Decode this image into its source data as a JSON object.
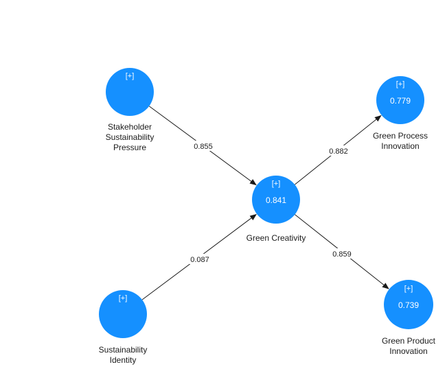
{
  "colors": {
    "node_fill": "#1590FF",
    "node_text": "#FFFFFF",
    "edge": "#1A1A1A",
    "label_text": "#1A1A1A",
    "background": "#FFFFFF"
  },
  "model": {
    "nodes": [
      {
        "id": "ssp",
        "expand_label": "[+]",
        "value": "",
        "label_lines": [
          "Stakeholder",
          "Sustainability",
          "Pressure"
        ]
      },
      {
        "id": "si",
        "expand_label": "[+]",
        "value": "",
        "label_lines": [
          "Sustainability",
          "Identity"
        ]
      },
      {
        "id": "gc",
        "expand_label": "[+]",
        "value": "0.841",
        "label_lines": [
          "Green Creativity"
        ]
      },
      {
        "id": "gpi",
        "expand_label": "[+]",
        "value": "0.779",
        "label_lines": [
          "Green Process",
          "Innovation"
        ]
      },
      {
        "id": "gpdi",
        "expand_label": "[+]",
        "value": "0.739",
        "label_lines": [
          "Green Product",
          "Innovation"
        ]
      }
    ],
    "paths": [
      {
        "from": "ssp",
        "to": "gc",
        "coefficient": "0.855"
      },
      {
        "from": "si",
        "to": "gc",
        "coefficient": "0.087"
      },
      {
        "from": "gc",
        "to": "gpi",
        "coefficient": "0.882"
      },
      {
        "from": "gc",
        "to": "gpdi",
        "coefficient": "0.859"
      }
    ]
  }
}
